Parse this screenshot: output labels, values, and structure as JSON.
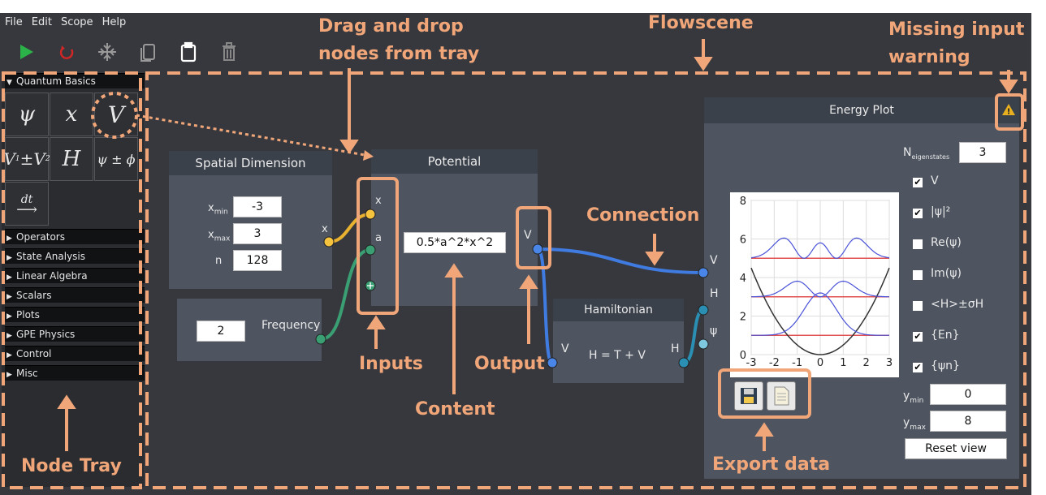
{
  "menu": [
    "File",
    "Edit",
    "Scope",
    "Help"
  ],
  "toolbar": {
    "icons": [
      "run-icon",
      "stop-icon",
      "layout-icon",
      "copy-icon",
      "paste-icon",
      "delete-icon"
    ]
  },
  "tray": {
    "categories": [
      "Quantum Basics",
      "Operators",
      "State Analysis",
      "Linear Algebra",
      "Scalars",
      "Plots",
      "GPE Physics",
      "Control",
      "Misc"
    ],
    "tiles": {
      "psi": "ψ",
      "x": "x",
      "V": "V",
      "vsum_v": "V",
      "vsum_sub1": "1",
      "vsum_pm": "±",
      "vsum_sub2": "2",
      "H": "H",
      "psiphi": "ψ ± ϕ",
      "dt": "dt"
    }
  },
  "nodes": {
    "spatial": {
      "title": "Spatial Dimension",
      "xmin_base": "x",
      "xmin_sub": "min",
      "xmax_base": "x",
      "xmax_sub": "max",
      "n_label": "n",
      "xmin": "-3",
      "xmax": "3",
      "n": "128",
      "out": "x"
    },
    "frequency": {
      "value": "2",
      "label": "Frequency"
    },
    "potential": {
      "title": "Potential",
      "in_x": "x",
      "in_a": "a",
      "expr": "0.5*a^2*x^2",
      "out": "V"
    },
    "hamiltonian": {
      "title": "Hamiltonian",
      "in": "V",
      "expr": "H = T + V",
      "out": "H"
    },
    "energy": {
      "title": "Energy Plot",
      "neig_base": "N",
      "neig_sub": "eigenstates",
      "neig": "3",
      "ports": [
        "V",
        "H",
        "ψ"
      ],
      "checks": [
        {
          "label": "V",
          "checked": true
        },
        {
          "label": "|ψ|²",
          "checked": true
        },
        {
          "label": "Re(ψ)",
          "checked": false
        },
        {
          "label": "Im(ψ)",
          "checked": false
        },
        {
          "label": "<H>±σH",
          "checked": false
        },
        {
          "label": "{En}",
          "checked": true
        },
        {
          "label": "{ψn}",
          "checked": true
        }
      ],
      "ymin_base": "y",
      "ymin_sub": "min",
      "ymin": "0",
      "ymax_base": "y",
      "ymax_sub": "max",
      "ymax": "8",
      "reset": "Reset view",
      "warning": "!"
    }
  },
  "plot": {
    "xticks": [
      "-3",
      "-2",
      "-1",
      "0",
      "1",
      "2",
      "3"
    ],
    "yticks": [
      "0",
      "2",
      "4",
      "6",
      "8"
    ]
  },
  "chart_data": {
    "type": "line",
    "xlim": [
      -3,
      3
    ],
    "ylim": [
      0,
      8
    ],
    "xticks": [
      -3,
      -2,
      -1,
      0,
      1,
      2,
      3
    ],
    "yticks": [
      0,
      2,
      4,
      6,
      8
    ],
    "series": [
      {
        "values": "V(x)=0.5*x^2",
        "color": "#333333"
      },
      {
        "values": "E0=1.0",
        "color": "#e05050"
      },
      {
        "values": "E1=3.0",
        "color": "#e05050"
      },
      {
        "values": "E2=5.0",
        "color": "#e05050"
      }
    ]
  },
  "annotations": {
    "drag": "Drag and drop\nnodes from tray",
    "flowscene": "Flowscene",
    "missing": "Missing input\nwarning",
    "connection": "Connection",
    "inputs": "Inputs",
    "output": "Output",
    "content": "Content",
    "export": "Export data",
    "tray": "Node Tray"
  },
  "colors": {
    "accent": "#f0a679",
    "node": "#4e5561",
    "header": "#3b414b",
    "bg": "#36383d"
  }
}
